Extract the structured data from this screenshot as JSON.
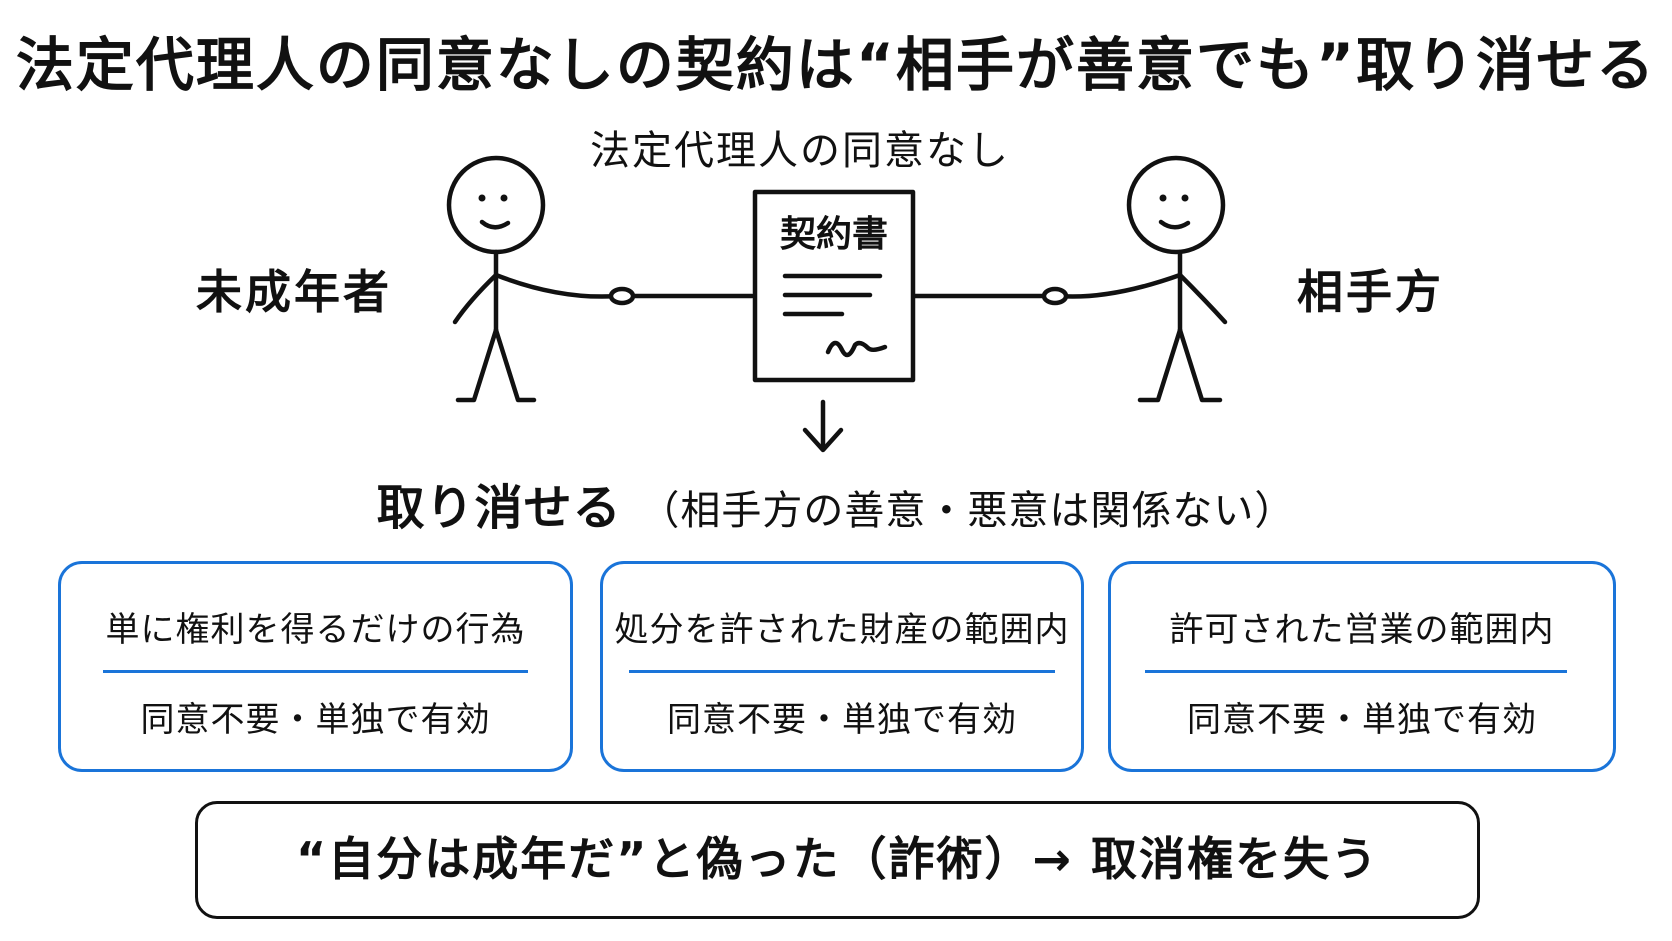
{
  "title": "法定代理人の同意なしの契約は“相手が善意でも”取り消せる",
  "top_label": "法定代理人の同意なし",
  "left_party": "未成年者",
  "right_party": "相手方",
  "document_label": "契約書",
  "result": {
    "main": "取り消せる",
    "note": "（相手方の善意・悪意は関係ない）"
  },
  "exceptions": [
    {
      "title": "単に権利を得るだけの行為",
      "rule": "同意不要・単独で有効"
    },
    {
      "title": "処分を許された財産の範囲内",
      "rule": "同意不要・単独で有効"
    },
    {
      "title": "許可された営業の範囲内",
      "rule": "同意不要・単独で有効"
    }
  ],
  "footer": "“自分は成年だ”と偽った（詐術）→ 取消権を失う",
  "colors": {
    "accent": "#1a74d9",
    "ink": "#111111"
  }
}
